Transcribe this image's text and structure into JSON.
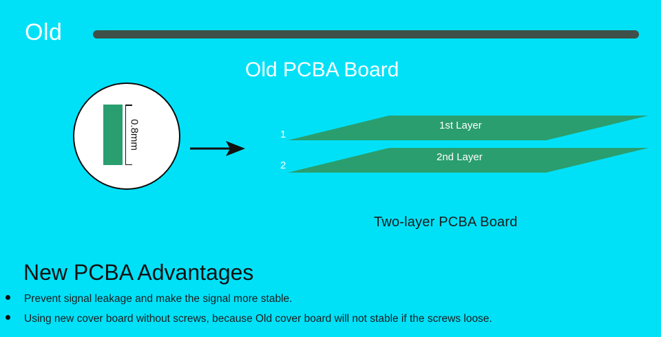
{
  "section": {
    "label": "Old",
    "bar_color": "#3f4f49"
  },
  "title": "Old PCBA Board",
  "cross_section": {
    "thickness_label": "0.8mm",
    "board_color": "#2a9e6e"
  },
  "layers": [
    {
      "number": "1",
      "label": "1st Layer"
    },
    {
      "number": "2",
      "label": "2nd Layer"
    }
  ],
  "caption": "Two-layer PCBA Board",
  "advantages": {
    "title": "New PCBA Advantages",
    "items": [
      "Prevent signal leakage and make the signal more stable.",
      "Using new cover board without screws, because Old cover board will not stable if the screws loose."
    ]
  },
  "colors": {
    "background": "#00e1f8",
    "layer_fill": "#2a9e6e",
    "arrow": "#111111"
  }
}
